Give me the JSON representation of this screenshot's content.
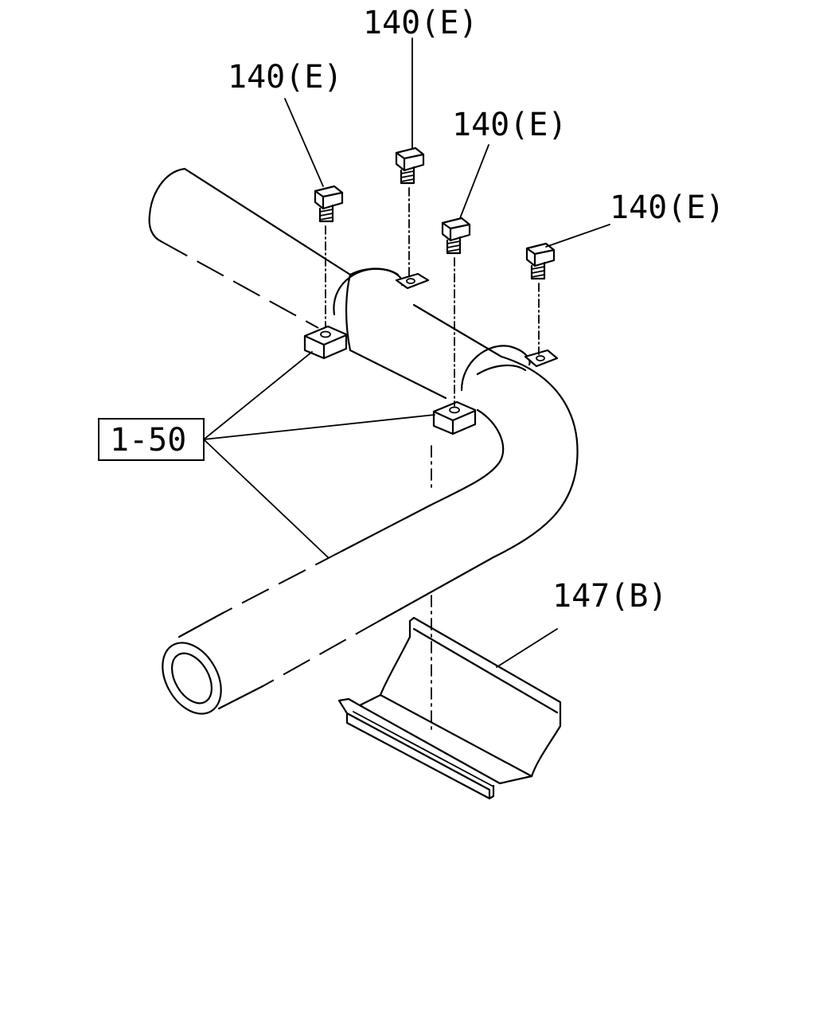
{
  "callouts": {
    "bolt_1": "140(E)",
    "bolt_2": "140(E)",
    "bolt_3": "140(E)",
    "bolt_4": "140(E)",
    "bracket_ref": "1-50",
    "shield": "147(B)"
  }
}
